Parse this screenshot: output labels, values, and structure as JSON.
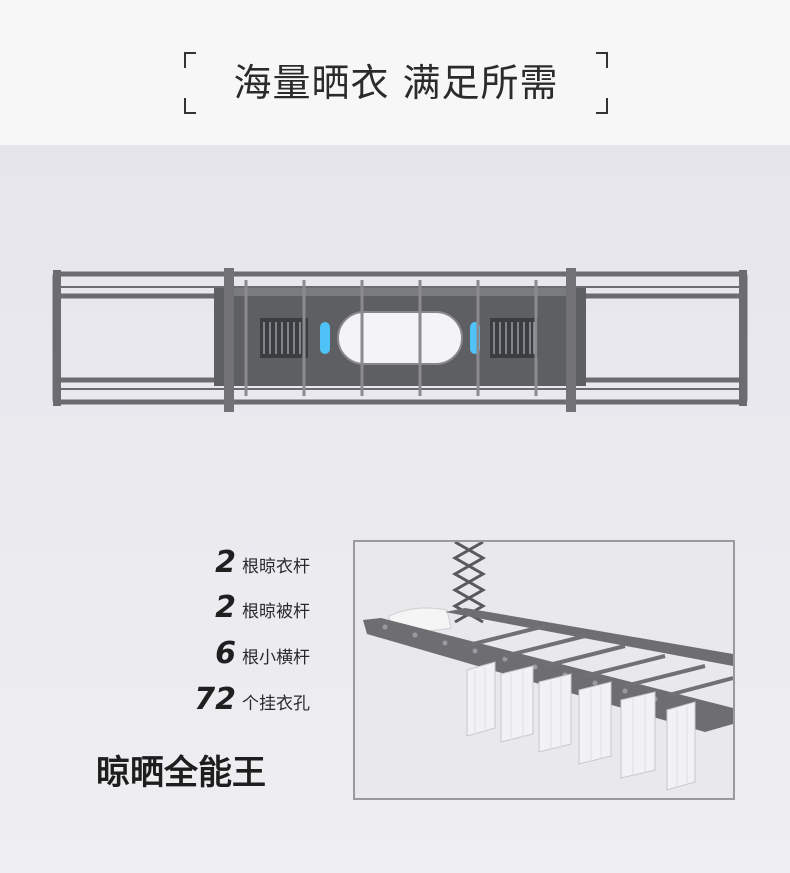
{
  "header": {
    "title": "海量晒衣  满足所需"
  },
  "specs": [
    {
      "number": "2",
      "text": "根晾衣杆"
    },
    {
      "number": "2",
      "text": "根晾被杆"
    },
    {
      "number": "6",
      "text": "根小横杆"
    },
    {
      "number": "72",
      "text": "个挂衣孔"
    }
  ],
  "slogan": "晾晒全能王",
  "colors": {
    "header_bg": "#f7f7f7",
    "main_bg": "#e9e8ee",
    "rack_gray": "#6b6b70",
    "panel_dark": "#5e5f63",
    "indicator_blue": "#4fc3f7"
  }
}
